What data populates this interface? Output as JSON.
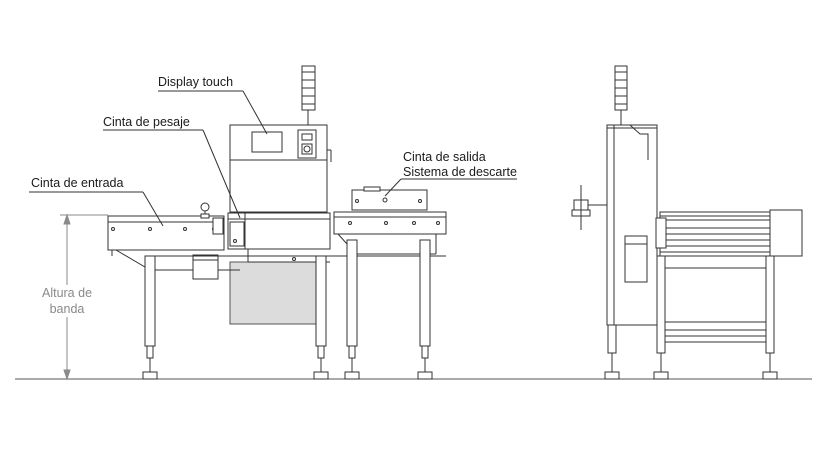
{
  "labels": {
    "display_touch": "Display touch",
    "cinta_pesaje": "Cinta de pesaje",
    "cinta_entrada": "Cinta de entrada",
    "cinta_salida": "Cinta de salida",
    "sistema_descarte": "Sistema de descarte",
    "altura_banda_line1": "Altura de",
    "altura_banda_line2": "banda"
  },
  "colors": {
    "line": "#333333",
    "dim_line": "#8a8a8a",
    "fill_light": "#ffffff",
    "fill_gray": "#dcdcdc"
  }
}
